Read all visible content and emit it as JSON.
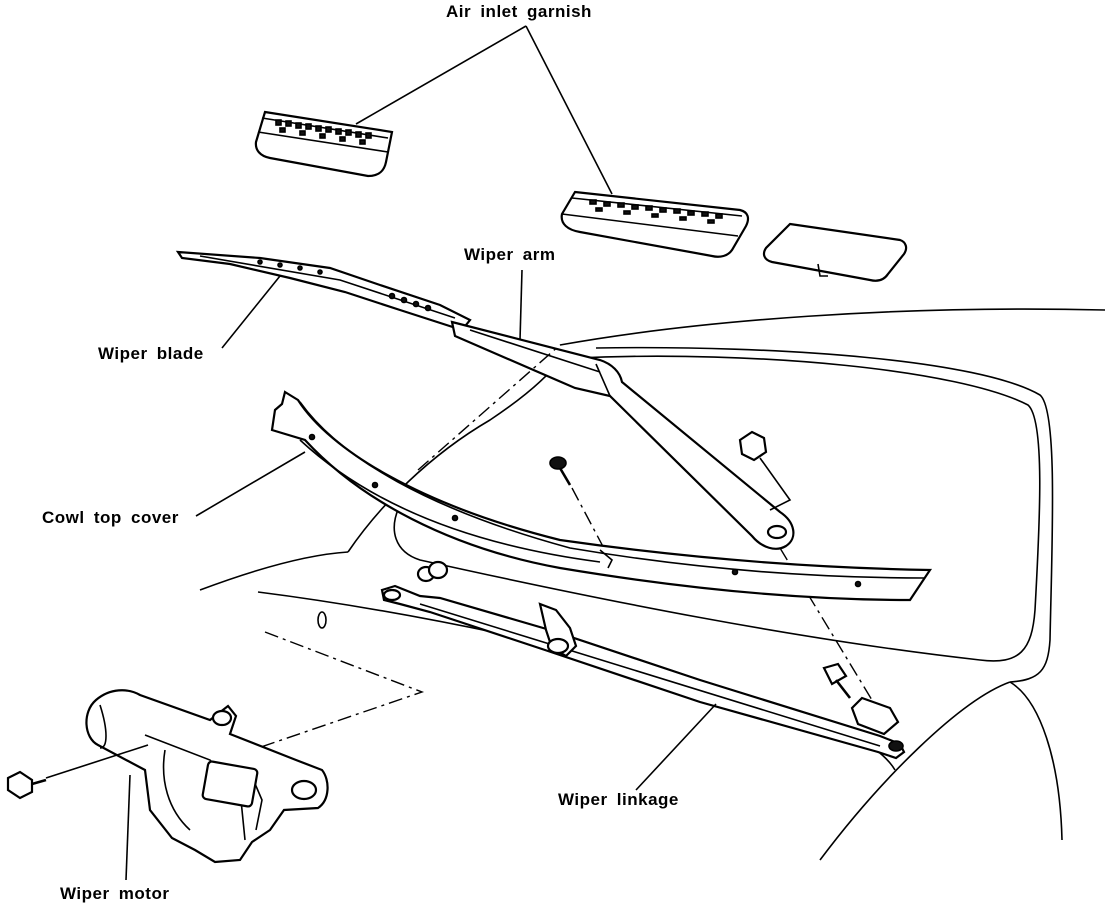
{
  "labels": {
    "air_inlet_garnish": "Air inlet garnish",
    "wiper_arm": "Wiper arm",
    "wiper_blade": "Wiper blade",
    "cowl_top_cover": "Cowl top cover",
    "wiper_linkage": "Wiper linkage",
    "wiper_motor": "Wiper motor"
  },
  "colors": {
    "ink": "#000000",
    "paper": "#ffffff"
  }
}
